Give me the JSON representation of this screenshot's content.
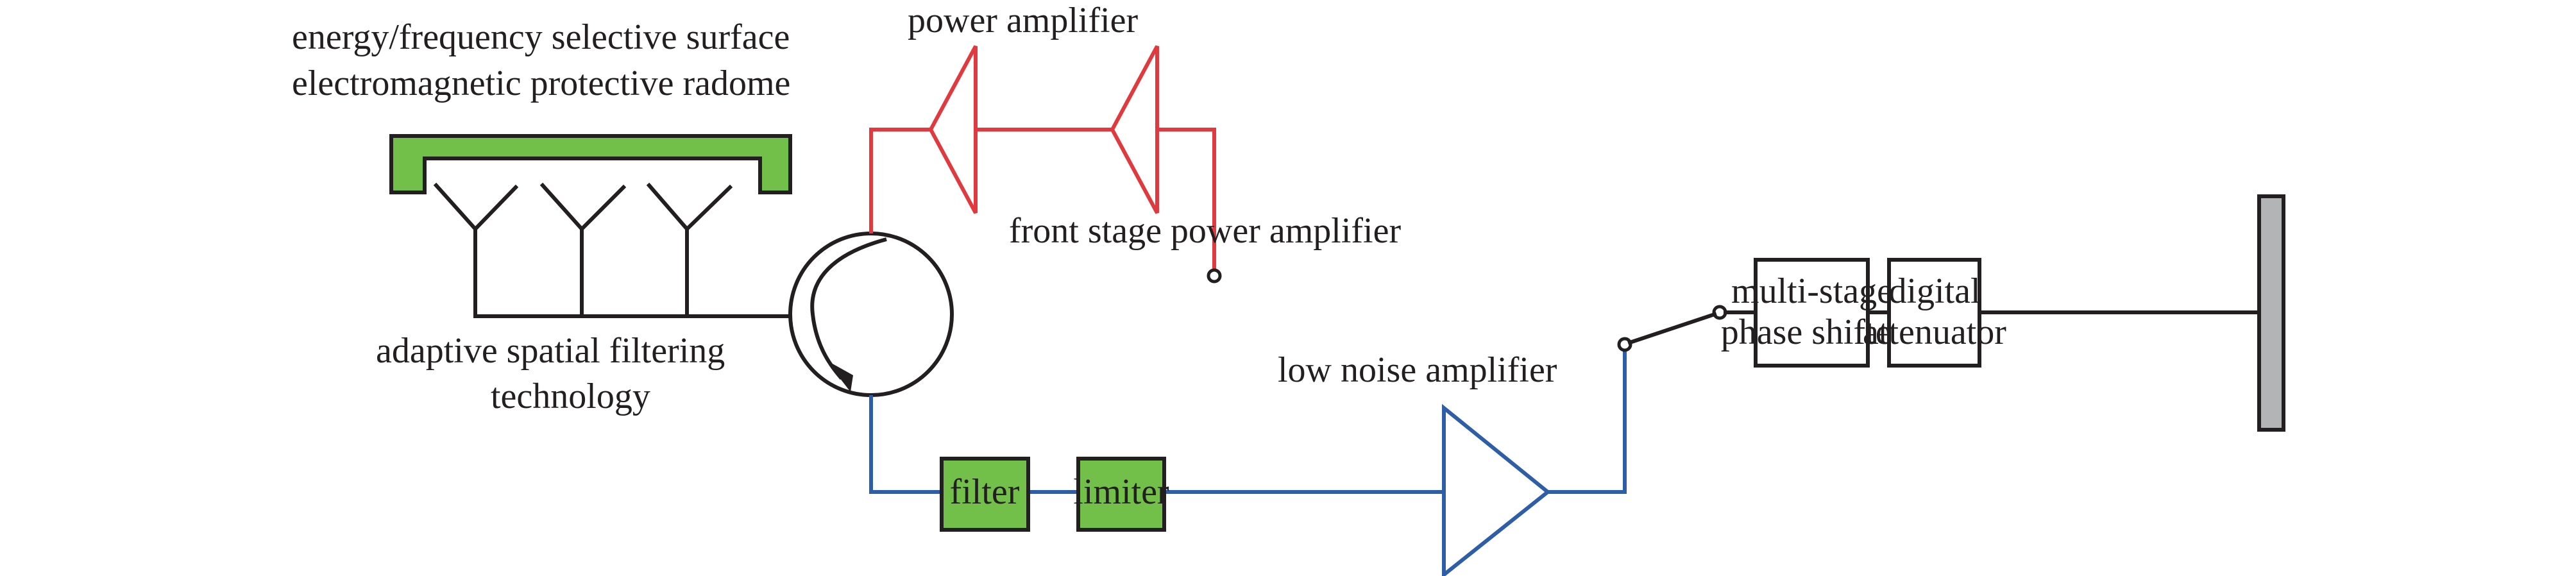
{
  "colors": {
    "transmit_path": "#e03a3e",
    "receive_path": "#2f5ea8",
    "green_block_fill": "#72bf4a",
    "gray_bar_fill": "#b3b4b6",
    "outline": "#231f20"
  },
  "labels": {
    "radome_line1": "energy/frequency selective surface",
    "radome_line2": "electromagnetic protective radome",
    "power_amplifier": "power amplifier",
    "front_stage_pa": "front stage power amplifier",
    "adaptive_line1": "adaptive spatial filtering",
    "adaptive_line2": "technology",
    "lna": "low noise amplifier"
  },
  "blocks": {
    "filter": "filter",
    "limiter": "limiter",
    "phase_shifter_line1": "multi-stage",
    "phase_shifter_line2": "phase shifter",
    "attenuator_line1": "digital",
    "attenuator_line2": "attenuator"
  }
}
